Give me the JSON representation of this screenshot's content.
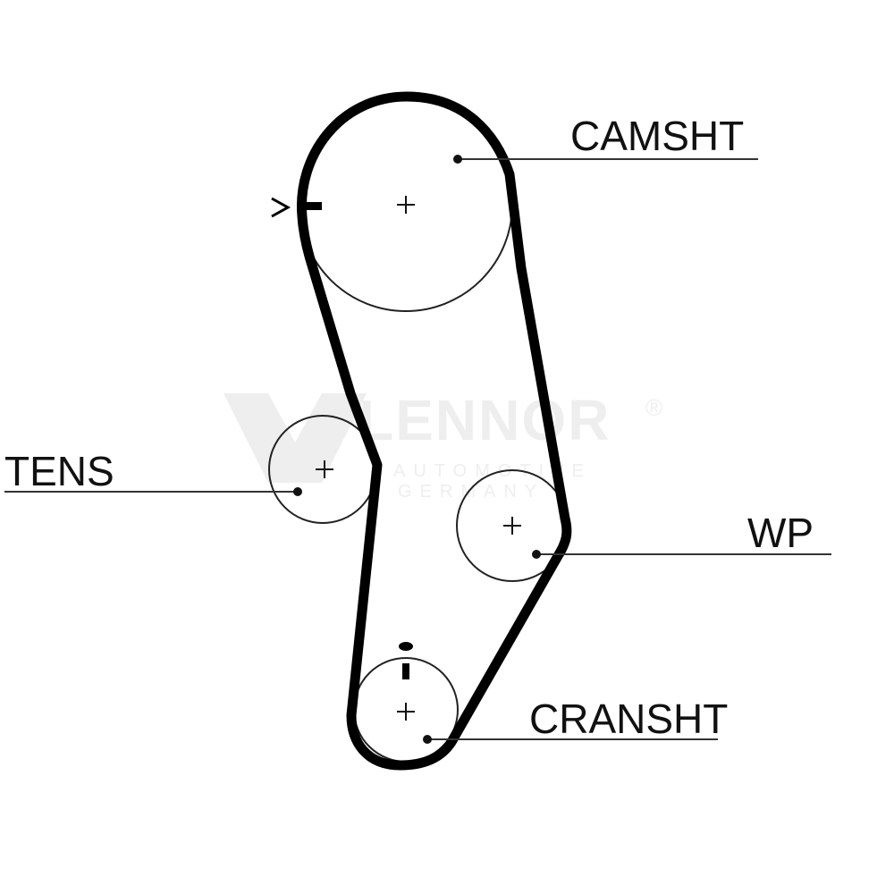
{
  "diagram": {
    "labels": {
      "camshaft": "CAMSHT",
      "tensioner": "TENS",
      "water_pump": "WP",
      "crankshaft": "CRANSHT"
    },
    "watermark": {
      "brand": "FLENNOR",
      "line1": "AUTOMOTIVE",
      "line2": "GERMANY",
      "registered_mark": "®"
    },
    "colors": {
      "belt": "#000000",
      "pulley_outline": "#222222",
      "leader_line": "#333333",
      "watermark": "#eeeeee"
    }
  }
}
